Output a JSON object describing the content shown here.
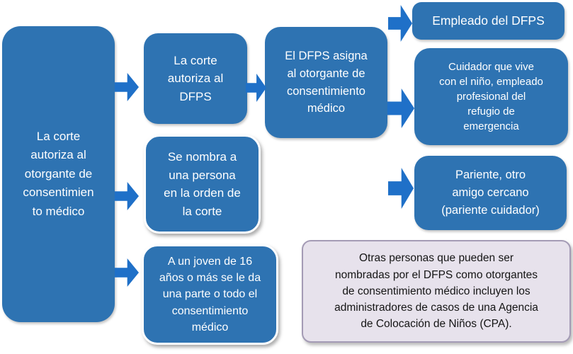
{
  "colors": {
    "box_fill": "#2E73B2",
    "arrow_fill": "#1F70C8",
    "box_text": "#FFFFFF",
    "note_fill": "#E7E2EC",
    "note_border": "#A49BB5",
    "note_text": "#151515"
  },
  "boxes": {
    "source": {
      "text": "La corte\nautoriza al\notorgante de\nconsentimien\nto médico"
    },
    "court_authorizes_dfps": {
      "text": "La corte\nautoriza al\nDFPS"
    },
    "person_named_in_order": {
      "text": "Se nombra a\nuna persona\nen la orden de\nla corte"
    },
    "youth_16_or_older": {
      "text": "A un joven de 16\naños o más se le da\nuna parte o todo el\nconsentimiento\nmédico"
    },
    "dfps_assigns": {
      "text": "El DFPS asigna\nal otorgante de\nconsentimiento\nmédico"
    },
    "dfps_employee": {
      "text": "Empleado del DFPS"
    },
    "live_in_caregiver": {
      "text": "Cuidador que vive\ncon el niño, empleado\nprofesional del\nrefugio de\nemergencia"
    },
    "relative_close_friend": {
      "text": "Pariente, otro\namigo cercano\n(pariente cuidador)"
    },
    "note": {
      "text": "Otras personas que pueden ser\nnombradas por el DFPS como otorgantes\nde consentimiento médico incluyen los\nadministradores de casos de una Agencia\nde Colocación de Niños (CPA)."
    }
  }
}
